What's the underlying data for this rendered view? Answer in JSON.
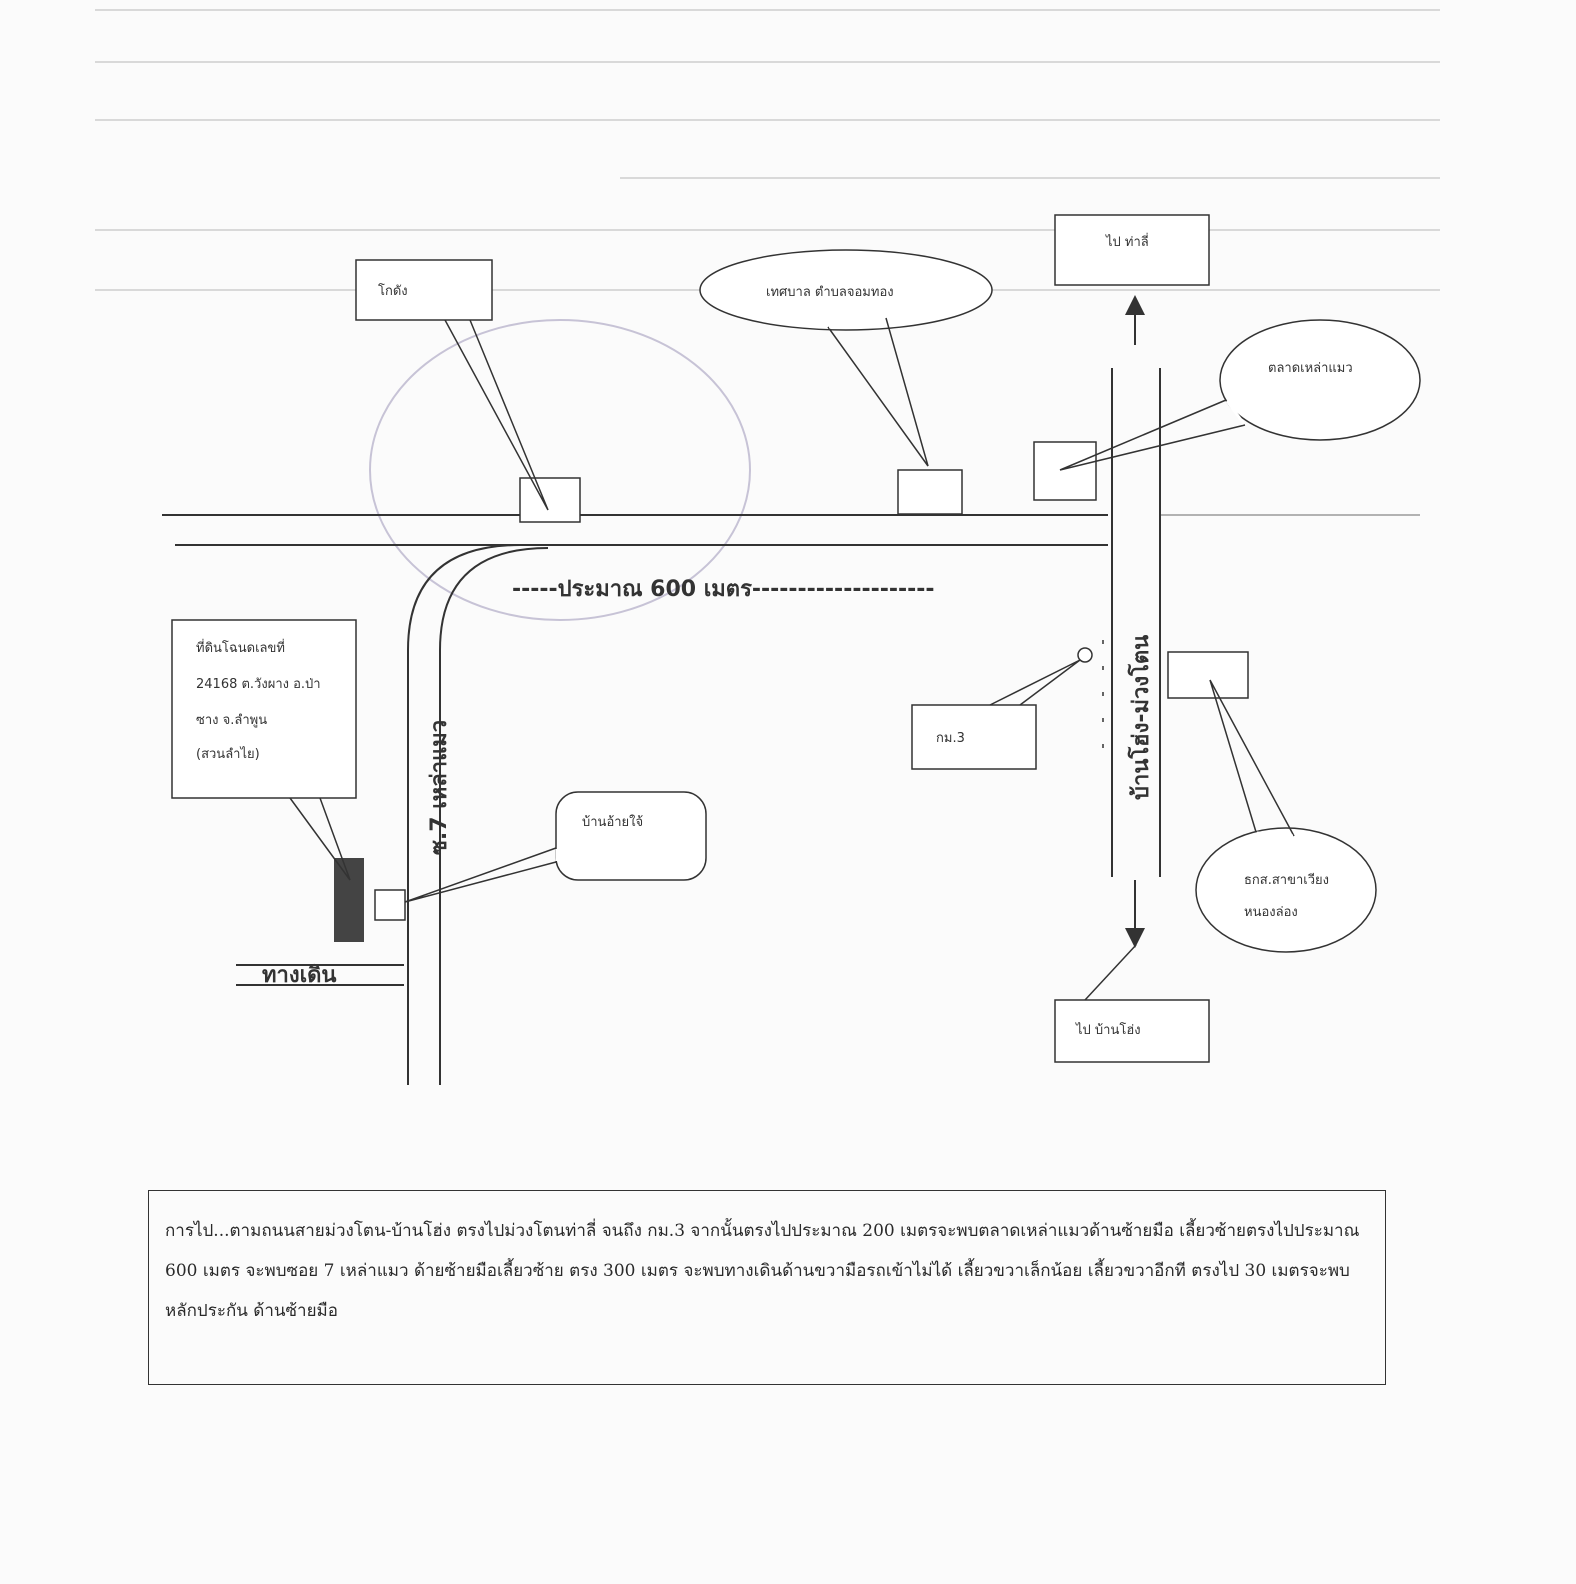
{
  "labels": {
    "warehouse": "โกดัง",
    "municipality": "เทศบาล ตำบลจอมทอง",
    "to_tha_li": "ไป ท่าลี่",
    "market": "ตลาดเหล่าแมว",
    "land_title": [
      "ที่ดินโฉนดเลขที่",
      "24168 ต.วังผาง อ.ป่า",
      "ซาง จ.ลำพูน",
      "(สวนลำไย)"
    ],
    "km3": "กม.3",
    "baan_ai_chai": "บ้านอ้ายใจ้",
    "baac": [
      "ธกส.สาขาเวียง",
      "หนองล่อง"
    ],
    "to_baan_hong": "ไป บ้านโฮ่ง",
    "distance": "-----ประมาณ 600 เมตร--------------------",
    "soi7": "ซ.7 เหล่าแมว",
    "main_road": "บ้านโฮ่ง-ม่วงโตน",
    "walkway": "ทางเดิน"
  },
  "directions": "การไป...ตามถนนสายม่วงโตน-บ้านโฮ่ง ตรงไปม่วงโตนท่าลี่ จนถึง กม.3 จากนั้นตรงไปประมาณ 200 เมตรจะพบตลาดเหล่าแมวด้านซ้ายมือ เลี้ยวซ้ายตรงไปประมาณ 600 เมตร จะพบซอย 7 เหล่าแมว ด้ายซ้ายมือเลี้ยวซ้าย ตรง 300 เมตร จะพบทางเดินด้านขวามือรถเข้าไม่ได้ เลี้ยวขวาเล็กน้อย เลี้ยวขวาอีกที ตรงไป 30 เมตรจะพบหลักประกัน ด้านซ้ายมือ",
  "colors": {
    "ink": "#2a2a2a",
    "paper": "#fbfbfb",
    "bleed": "#d9d9d9"
  }
}
